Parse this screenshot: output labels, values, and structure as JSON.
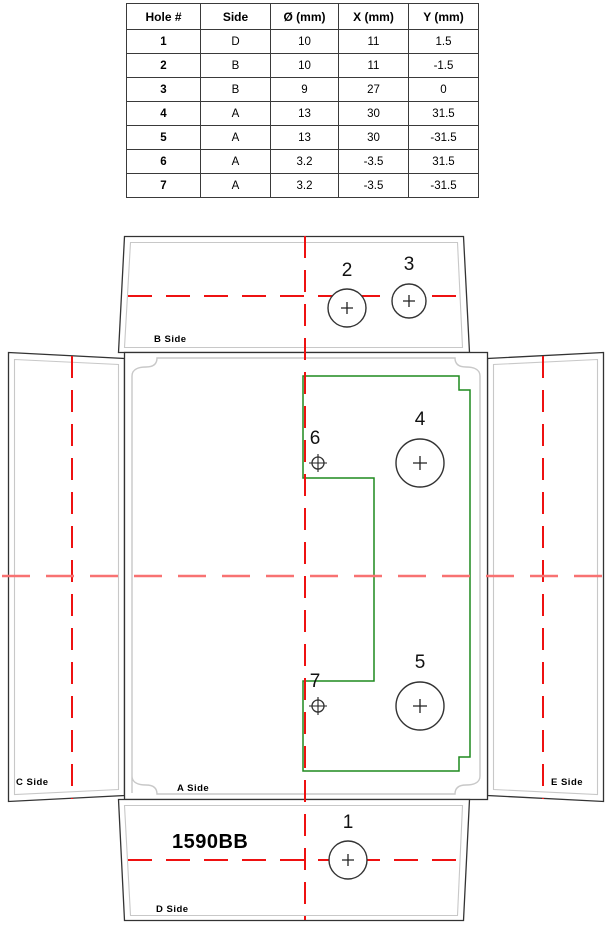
{
  "table": {
    "headers": [
      "Hole #",
      "Side",
      "Ø (mm)",
      "X (mm)",
      "Y (mm)"
    ],
    "rows": [
      {
        "hole": "1",
        "side": "D",
        "dia": "10",
        "x": "11",
        "y": "1.5"
      },
      {
        "hole": "2",
        "side": "B",
        "dia": "10",
        "x": "11",
        "y": "-1.5"
      },
      {
        "hole": "3",
        "side": "B",
        "dia": "9",
        "x": "27",
        "y": "0"
      },
      {
        "hole": "4",
        "side": "A",
        "dia": "13",
        "x": "30",
        "y": "31.5"
      },
      {
        "hole": "5",
        "side": "A",
        "dia": "13",
        "x": "30",
        "y": "-31.5"
      },
      {
        "hole": "6",
        "side": "A",
        "dia": "3.2",
        "x": "-3.5",
        "y": "31.5"
      },
      {
        "hole": "7",
        "side": "A",
        "dia": "3.2",
        "x": "-3.5",
        "y": "-31.5"
      }
    ]
  },
  "drawing": {
    "model_label": "1590BB",
    "faces": {
      "a_side": "A Side",
      "b_side": "B Side",
      "c_side": "C Side",
      "d_side": "D Side",
      "e_side": "E  Side"
    },
    "hole_labels": {
      "h1": "1",
      "h2": "2",
      "h3": "3",
      "h4": "4",
      "h5": "5",
      "h6": "6",
      "h7": "7"
    }
  },
  "colors": {
    "centerline_vertical": "#ee1111",
    "centerline_horizontal": "#f87272",
    "pcb_outline": "#1f8a1f",
    "outer_edge": "#333333",
    "inner_edge": "#c8c8c8",
    "hole_stroke": "#333333",
    "table_border": "#3a3a3a"
  }
}
